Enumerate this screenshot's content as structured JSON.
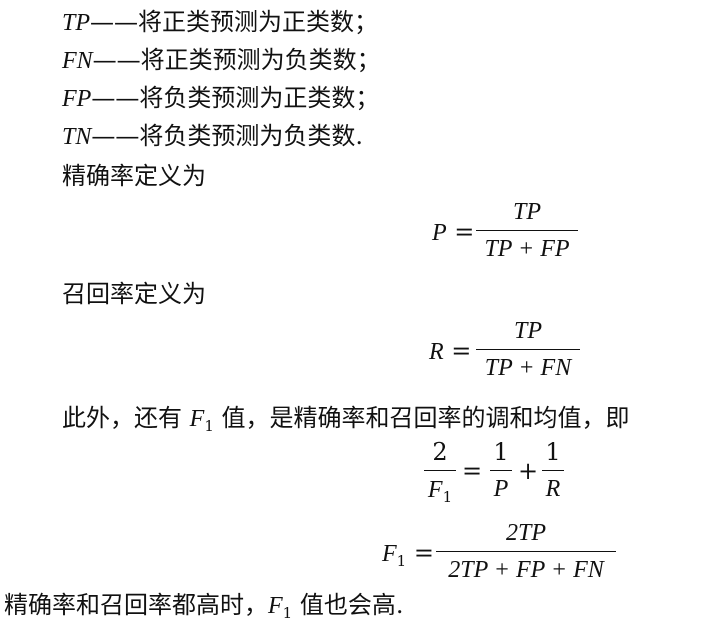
{
  "definitions": [
    {
      "term": "TP",
      "dash": "——",
      "desc": "将正类预测为正类数；"
    },
    {
      "term": "FN",
      "dash": "——",
      "desc": "将正类预测为负类数；"
    },
    {
      "term": "FP",
      "dash": "——",
      "desc": "将负类预测为正类数；"
    },
    {
      "term": "TN",
      "dash": "——",
      "desc": "将负类预测为负类数."
    }
  ],
  "precision": {
    "intro": "精确率定义为",
    "lhs": "P",
    "num": "TP",
    "den": "TP + FP"
  },
  "recall": {
    "intro": "召回率定义为",
    "lhs": "R",
    "num": "TP",
    "den": "TP + FN"
  },
  "f1_intro": {
    "before": "此外，还有 ",
    "symbol": "F",
    "sub": "1",
    "after": " 值，是精确率和召回率的调和均值，即"
  },
  "harmonic": {
    "lhs_num": "2",
    "lhs_den_symbol": "F",
    "lhs_den_sub": "1",
    "t1_num": "1",
    "t1_den": "P",
    "plus": "+",
    "t2_num": "1",
    "t2_den": "R"
  },
  "f1_formula": {
    "lhs_symbol": "F",
    "lhs_sub": "1",
    "num": "2TP",
    "den": "2TP + FP + FN"
  },
  "conclusion": {
    "before": "精确率和召回率都高时，",
    "symbol": "F",
    "sub": "1",
    "after": " 值也会高."
  }
}
